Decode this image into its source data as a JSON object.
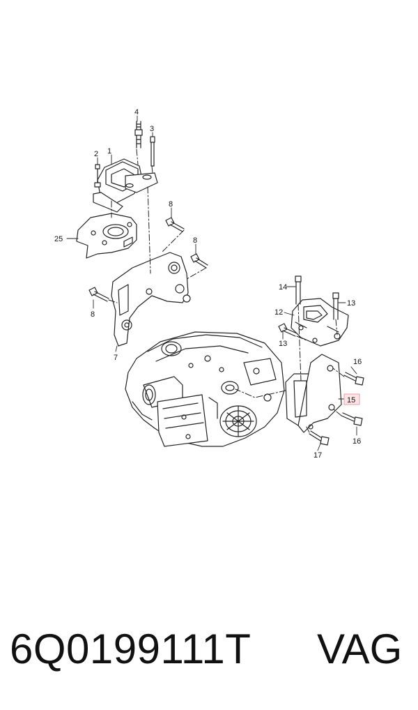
{
  "diagram": {
    "callouts": [
      "1",
      "2",
      "3",
      "4",
      "25",
      "8",
      "8",
      "8",
      "7",
      "14",
      "13",
      "12",
      "13",
      "16",
      "15",
      "16",
      "17"
    ],
    "highlight_color": "#e8a0a8",
    "highlighted_callout": "15"
  },
  "footer": {
    "part_number": "6Q0199111T",
    "brand": "VAG"
  }
}
